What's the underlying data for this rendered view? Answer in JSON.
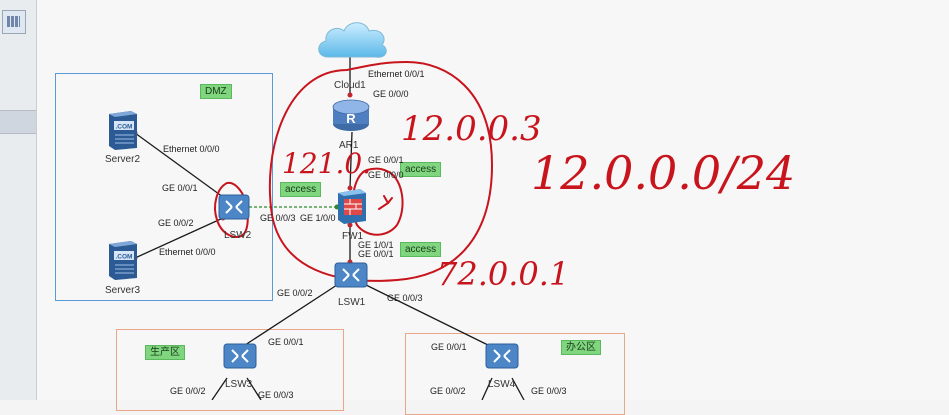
{
  "zones": {
    "dmz": "DMZ",
    "production": "生产区",
    "office": "办公区"
  },
  "devices": {
    "cloud": "Cloud1",
    "router": "AR1",
    "firewall": "FW1",
    "lsw1": "LSW1",
    "lsw2": "LSW2",
    "lsw3": "LSW3",
    "lsw4": "LSW4",
    "server2": "Server2",
    "server3": "Server3",
    "com_text": ".COM"
  },
  "ports": {
    "cloud_eth": "Ethernet 0/0/1",
    "ar_ge000": "GE 0/0/0",
    "ar_ge001": "GE 0/0/1",
    "fw_ge000": "GE 0/0/0",
    "fw_ge100": "GE 1/0/0",
    "fw_ge101": "GE 1/0/1",
    "lsw2_ge003": "GE 0/0/3",
    "server2_eth": "Ethernet 0/0/0",
    "lsw2_ge001": "GE 0/0/1",
    "lsw2_ge002": "GE 0/0/2",
    "server3_eth": "Ethernet 0/0/0",
    "lsw1_ge001": "GE 0/0/1",
    "lsw1_ge002": "GE 0/0/2",
    "lsw1_ge003": "GE 0/0/3",
    "lsw3_ge001": "GE 0/0/1",
    "lsw3_ge002": "GE 0/0/2",
    "lsw3_ge003": "GE 0/0/3",
    "lsw4_ge001": "GE 0/0/1",
    "lsw4_ge002": "GE 0/0/2",
    "lsw4_ge003": "GE 0/0/3"
  },
  "tags": {
    "access_top": "access",
    "access_left": "access",
    "access_bottom": "access"
  },
  "annotations": {
    "ip_1": "12.0.0.3",
    "ip_2": "12.0.0.0/24",
    "ip_3": "72.0.0.1",
    "ip_4": "121.0."
  },
  "colors": {
    "annotation_red": "#c8141c",
    "dmz_border": "#5b9bd5",
    "zone_border": "#e8a78a",
    "tag_green": "#7fd67f"
  }
}
